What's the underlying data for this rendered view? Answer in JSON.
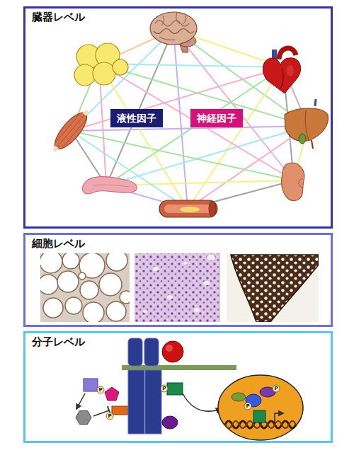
{
  "diagram": {
    "nodes": [
      {
        "text": [
          "臓器レベル"
        ]
      },
      {
        "text": [
          "液性因子"
        ],
        "in": 0
      },
      {
        "text": [
          "神経因子"
        ],
        "in": 0
      },
      {
        "text": [
          "細胞レベル"
        ]
      },
      {
        "text": [
          "分子レベル"
        ]
      }
    ],
    "labels": [
      "P",
      "P",
      "P",
      "P",
      "P"
    ]
  }
}
